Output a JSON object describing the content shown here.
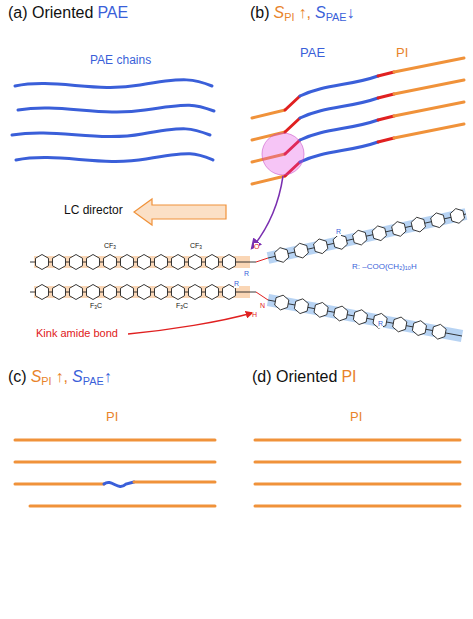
{
  "diagram": {
    "labels": [
      "(a) Oriented",
      "PAE",
      "PAE chains",
      "(b)",
      "S",
      "PI",
      "↑,",
      "S",
      "PAE",
      "↓",
      "PAE",
      "PI",
      "LC director",
      "R: –COO(CH",
      "2",
      ")",
      "10",
      "H",
      "Kink amide bond",
      "(c)",
      "S",
      "PI",
      "↑,",
      "S",
      "PAE",
      "↑",
      "PI",
      "(d) Oriented",
      "PI",
      "PI",
      "CF",
      "3",
      "F",
      "3",
      "C",
      "CF",
      "3",
      "F",
      "3",
      "C",
      "O",
      "N",
      "H",
      "R",
      "R",
      "R",
      "R"
    ]
  }
}
